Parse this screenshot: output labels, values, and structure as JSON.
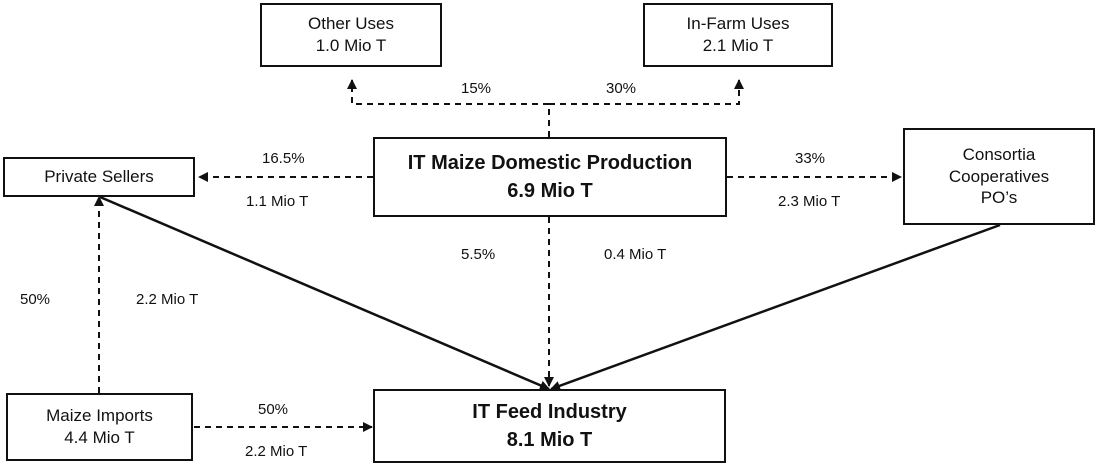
{
  "nodes": {
    "other_uses": {
      "line1": "Other Uses",
      "line2": "1.0 Mio T"
    },
    "in_farm_uses": {
      "line1": "In-Farm Uses",
      "line2": "2.1 Mio T"
    },
    "domestic_production": {
      "line1": "IT Maize Domestic Production",
      "line2": "6.9 Mio T"
    },
    "private_sellers": {
      "line1": "Private Sellers"
    },
    "consortia": {
      "line1": "Consortia",
      "line2": "Cooperatives",
      "line3": "PO’s"
    },
    "maize_imports": {
      "line1": "Maize Imports",
      "line2": "4.4 Mio T"
    },
    "feed_industry": {
      "line1": "IT Feed Industry",
      "line2": "8.1 Mio T"
    }
  },
  "flows": {
    "to_other_uses": {
      "percent": "15%"
    },
    "to_in_farm": {
      "percent": "30%"
    },
    "to_private_sellers": {
      "percent": "16.5%",
      "amount": "1.1 Mio T"
    },
    "to_consortia": {
      "percent": "33%",
      "amount": "2.3 Mio T"
    },
    "production_to_feed": {
      "percent": "5.5%",
      "amount": "0.4 Mio T"
    },
    "imports_to_private": {
      "percent": "50%",
      "amount": "2.2 Mio T"
    },
    "imports_to_feed": {
      "percent": "50%",
      "amount": "2.2 Mio T"
    }
  },
  "colors": {
    "line": "#111111",
    "box_border": "#111111"
  }
}
